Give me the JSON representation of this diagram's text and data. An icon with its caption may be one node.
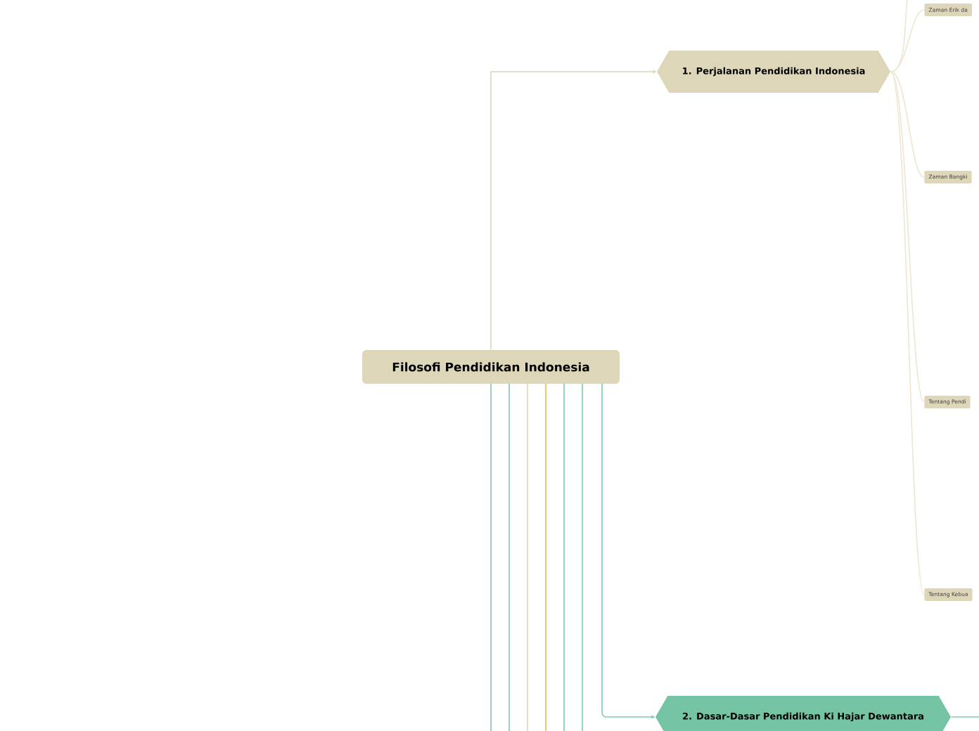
{
  "diagram": {
    "nodes": [
      {
        "text": [
          "Filosofi Pendidikan Indonesia"
        ]
      },
      {
        "text": [
          "1. Perjalanan Pendidikan Indonesia"
        ]
      },
      {
        "text": [
          "2. Dasar-Dasar Pendidikan Ki Hajar Dewantara"
        ]
      },
      {
        "text": [
          "Zaman Erik da"
        ]
      },
      {
        "text": [
          "Zaman Bangki"
        ]
      },
      {
        "text": [
          "Tentang Pendi"
        ]
      },
      {
        "text": [
          "Tentang Kebua"
        ]
      }
    ],
    "edges": [
      {
        "from": 0,
        "to": 1,
        "arrow": "to",
        "color": "#ddd6b8"
      },
      {
        "from": 0,
        "to": null,
        "arrow": "none",
        "color": "#7fc9b0"
      },
      {
        "from": 0,
        "to": null,
        "arrow": "none",
        "color": "#7fc9b0"
      },
      {
        "from": 0,
        "to": null,
        "arrow": "none",
        "color": "#ddd6b8"
      },
      {
        "from": 0,
        "to": null,
        "arrow": "none",
        "color": "#d9c04a"
      },
      {
        "from": 0,
        "to": null,
        "arrow": "none",
        "color": "#7fc9b0"
      },
      {
        "from": 0,
        "to": null,
        "arrow": "none",
        "color": "#7fc9b0"
      },
      {
        "from": 0,
        "to": 2,
        "arrow": "to",
        "color": "#7fc9b0"
      },
      {
        "from": 1,
        "to": 3,
        "arrow": "none",
        "color": "#ece6d2"
      },
      {
        "from": 1,
        "to": 4,
        "arrow": "none",
        "color": "#ece6d2"
      },
      {
        "from": 1,
        "to": 5,
        "arrow": "none",
        "color": "#ece6d2"
      },
      {
        "from": 1,
        "to": 6,
        "arrow": "none",
        "color": "#ece6d2"
      },
      {
        "from": 1,
        "to": null,
        "arrow": "none",
        "color": "#ece6d2"
      },
      {
        "from": 2,
        "to": null,
        "arrow": "none",
        "color": "#7fc9b0"
      }
    ]
  }
}
